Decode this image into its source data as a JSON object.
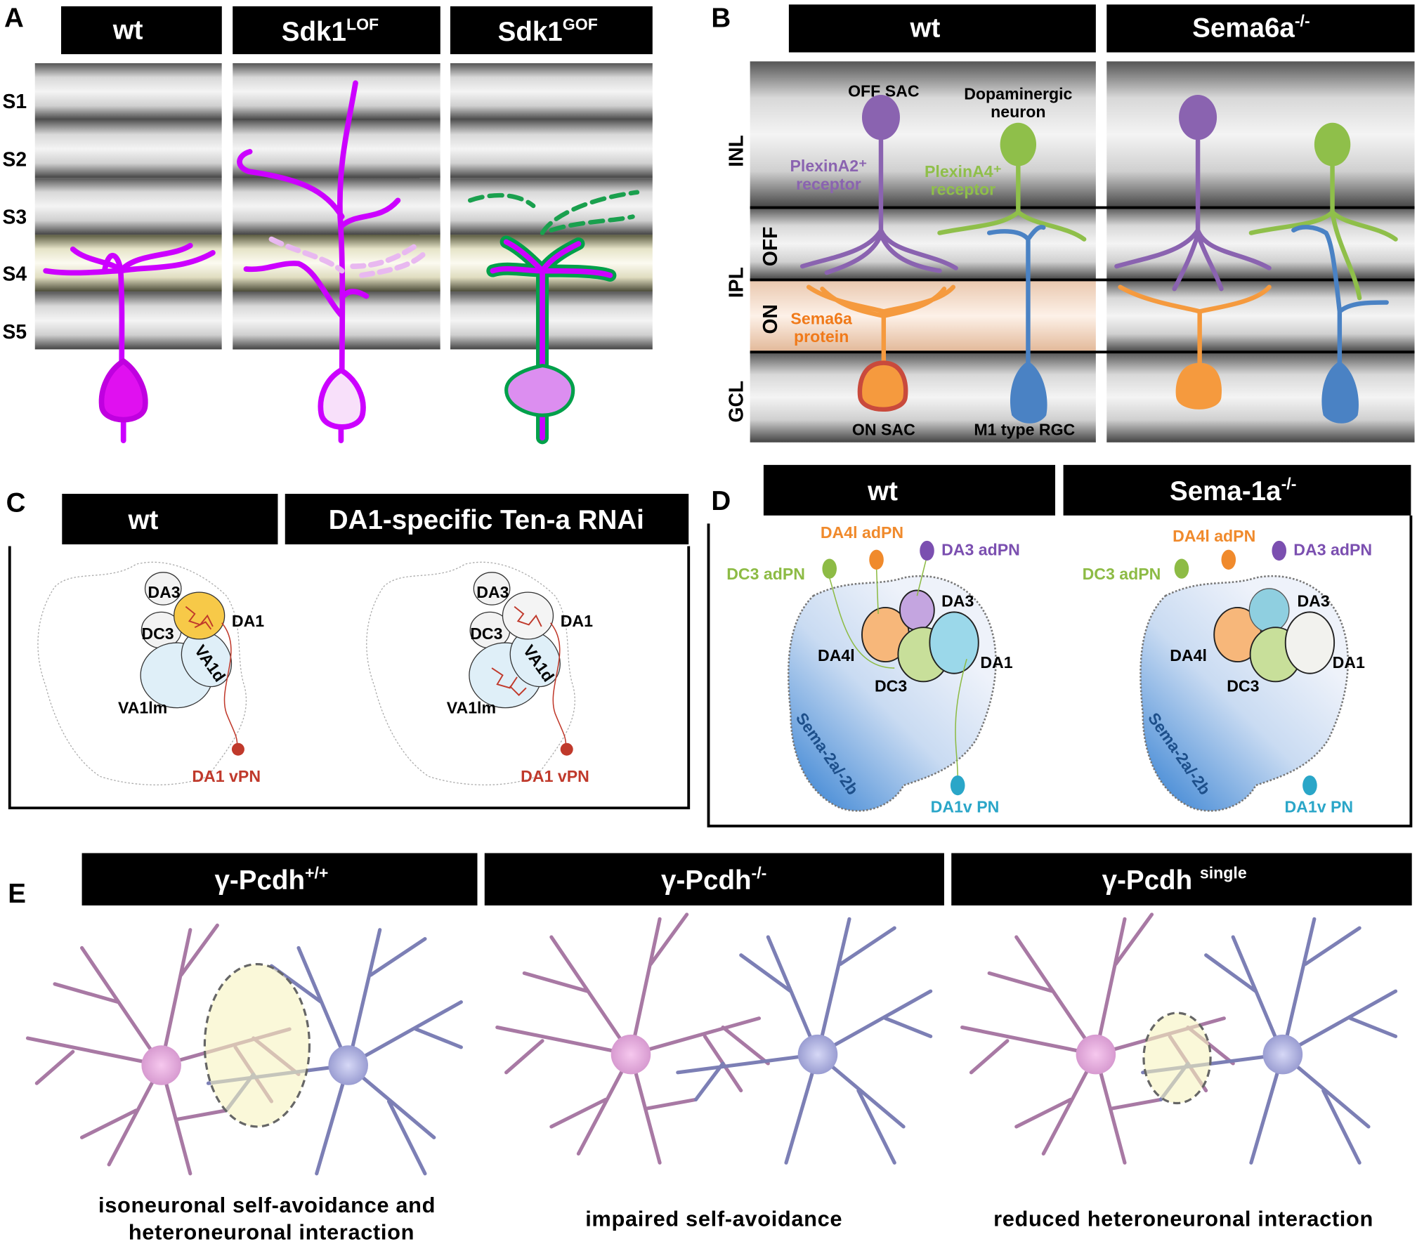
{
  "panel_labels": [
    "A",
    "B",
    "C",
    "D",
    "E"
  ],
  "panel_a": {
    "headers": [
      {
        "base": "wt",
        "sup": ""
      },
      {
        "base": "Sdk1",
        "sup": "LOF"
      },
      {
        "base": "Sdk1",
        "sup": "GOF"
      }
    ],
    "layers": [
      "S1",
      "S2",
      "S3",
      "S4",
      "S5"
    ]
  },
  "panel_b": {
    "headers": [
      {
        "base": "wt",
        "sup": ""
      },
      {
        "base": "Sema6a",
        "sup": "-/-"
      }
    ],
    "layers": {
      "inl": "INL",
      "off": "OFF",
      "ipl": "IPL",
      "on": "ON",
      "gcl": "GCL"
    },
    "labels": {
      "off_sac": "OFF SAC",
      "dopa_1": "Dopaminergic",
      "dopa_2": "neuron",
      "plexa2_1": "PlexinA2⁺",
      "plexa2_2": "receptor",
      "plexa4_1": "PlexinA4⁺",
      "plexa4_2": "receptor",
      "sema6a_1": "Sema6a",
      "sema6a_2": "protein",
      "on_sac": "ON SAC",
      "m1": "M1 type RGC"
    },
    "colors": {
      "off_sac": "#8a63b0",
      "dopa": "#8fbf4a",
      "on_sac": "#f59a3e",
      "rgc": "#4a82c4",
      "membrane": "#c94a3c"
    }
  },
  "panel_c": {
    "headers": [
      "wt",
      "DA1-specific Ten-a RNAi"
    ],
    "glomeruli": [
      "DA3",
      "DA1",
      "DC3",
      "VA1d",
      "VA1lm"
    ],
    "neuron": "DA1 vPN",
    "colors": {
      "neuron": "#c0392b",
      "da1_fill": "#f7c948"
    }
  },
  "panel_d": {
    "headers": [
      {
        "base": "wt",
        "sup": ""
      },
      {
        "base": "Sema-1a",
        "sup": "-/-"
      }
    ],
    "neurons": {
      "da4l": "DA4l adPN",
      "da3": "DA3 adPN",
      "dc3": "DC3 adPN",
      "da1v": "DA1v PN"
    },
    "glomeruli": {
      "da3": "DA3",
      "da4l": "DA4l",
      "da1": "DA1",
      "dc3": "DC3"
    },
    "gradient_label": "Sema-2a/-2b",
    "colors": {
      "da4l": "#f08a2c",
      "da3": "#7b4fb0",
      "dc3": "#8dbb45",
      "da1v": "#2aa6c8",
      "sema": "#2f7dd1"
    }
  },
  "panel_e": {
    "headers": [
      {
        "base": "γ-Pcdh",
        "sup": "+/+"
      },
      {
        "base": "γ-Pcdh",
        "sup": "-/-"
      },
      {
        "base": "γ-Pcdh ",
        "sup": "single"
      }
    ],
    "captions": [
      [
        "isoneuronal  self-avoidance  and",
        "heteroneuronal  interaction"
      ],
      [
        "impaired  self-avoidance"
      ],
      [
        "reduced  heteroneuronal  interaction"
      ]
    ],
    "colors": {
      "pink": "#b57fae",
      "blue": "#7c7fb5",
      "overlap": "#f7f3c0"
    }
  }
}
